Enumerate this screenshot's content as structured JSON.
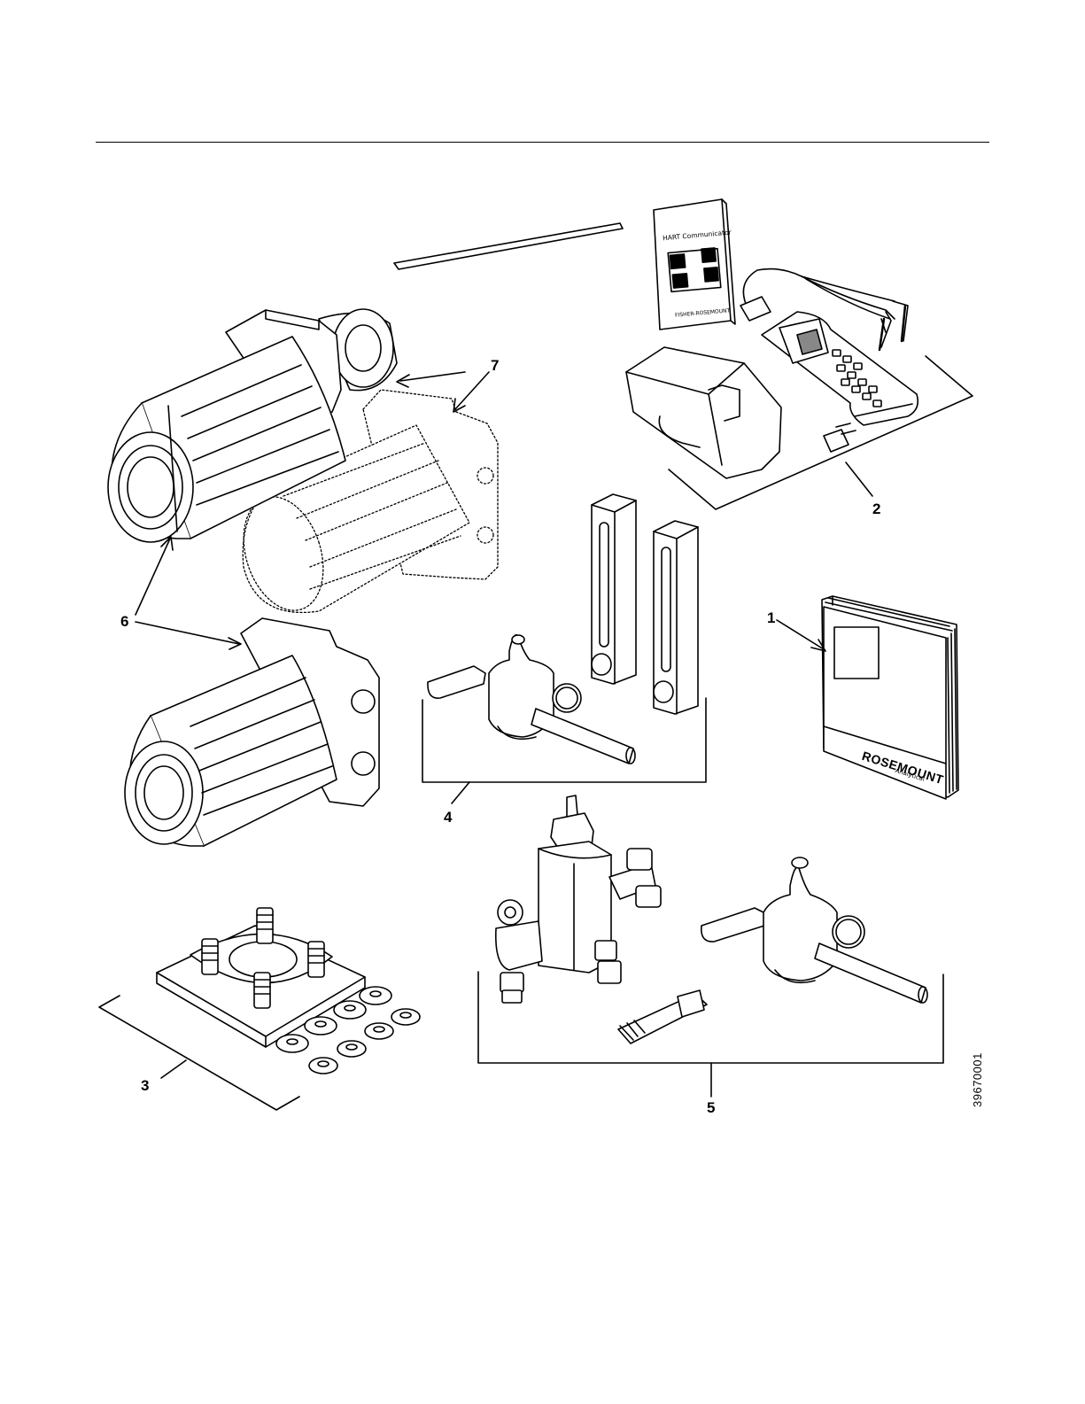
{
  "callouts": {
    "c1": "1",
    "c2": "2",
    "c3": "3",
    "c4": "4",
    "c5": "5",
    "c6": "6",
    "c7": "7"
  },
  "manual_brand": "ROSEMOUNT",
  "manual_subbrand": "Analytical",
  "communicator_guide_title": "HART Communicator",
  "communicator_guide_brand": "FISHER-ROSEMOUNT",
  "figure_id": "39670001"
}
